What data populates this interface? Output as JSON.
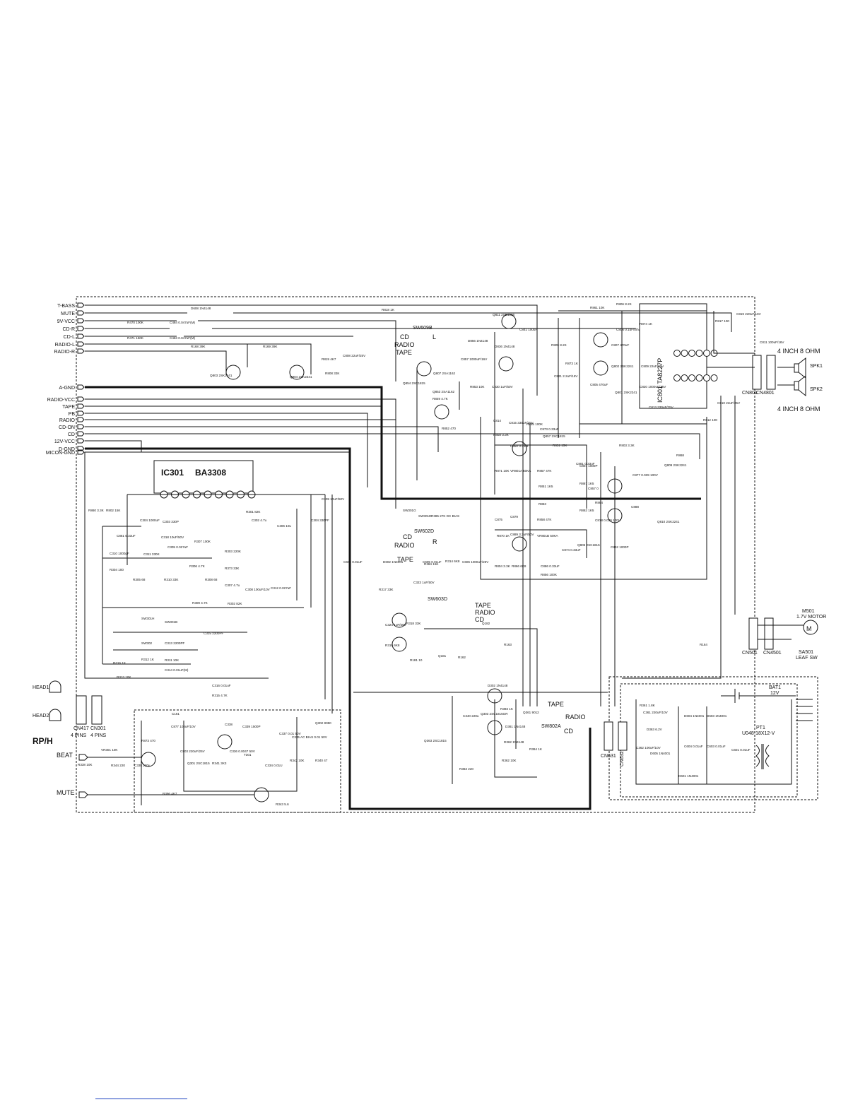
{
  "signals_left": [
    "T-BASS",
    "MUTE",
    "9V-VCC",
    "CD-R",
    "CD-L",
    "RADIO-L",
    "RADIO-R",
    "A-GND",
    "RADIO-VCC",
    "TAPE",
    "PB",
    "RADIO",
    "CD-ON",
    "CD",
    "12V-VCC",
    "D-GND",
    "MICON-GND"
  ],
  "ic": {
    "ref": "IC301",
    "part": "BA3308"
  },
  "amp_ic": {
    "ref": "IC801",
    "part": "TA8227P"
  },
  "labels": {
    "rph": "RP/H",
    "beat": "BEAT",
    "mute2": "MUTE",
    "head1": "HEAD1",
    "head2": "HEAD2",
    "cn417": "CN417",
    "pin4a": "4 PINS",
    "pin4b": "4 PINS",
    "cn301": "CN301",
    "spk_top": "4 INCH 8 OHM",
    "spk_bot": "4 INCH 8 OHM",
    "spk1": "SPK1",
    "spk2": "SPK2",
    "motor_ref": "M501",
    "motor_desc": "1.7V MOTOR",
    "motor_sym": "M",
    "leaf_ref": "SA501",
    "leaf_desc": "LEAF SW",
    "bat": "BAT1",
    "bat_v": "12V",
    "pt1": "PT1",
    "pt1_part": "U048-18X12-V",
    "cn501": "CN501",
    "cn5011": "CN4501",
    "cn631": "CN631",
    "cn632": "CN632",
    "cn801": "CN801",
    "cn802": "CN4801"
  },
  "switch_labels": {
    "sw609_cd": "CD",
    "sw609_radio": "RADIO",
    "sw609_tape": "TAPE",
    "sw609_l": "L",
    "sw609_ref": "SW609B",
    "sw602_ref": "SW602D",
    "sw602_cd": "CD",
    "sw602_radio": "RADIO",
    "sw602_tape": "TAPE",
    "sw602_r": "R",
    "sw603_ref": "SW603D",
    "sw603_tape": "TAPE",
    "sw603_radio": "RADIO",
    "sw603_cd": "CD",
    "sw802_tape": "TAPE",
    "sw802_radio": "RADIO",
    "sw802_cd": "CD",
    "sw802_ref": "SW802A"
  },
  "components": [
    "D608 1N4148",
    "R818 1K",
    "R470 100K",
    "C464 0.047uF(M)",
    "R471 150K",
    "C463 0.047uF(M)",
    "R168 39K",
    "R169 39K",
    "Q803 2SK2241",
    "Q804 2SK2241",
    "R819 4K7",
    "C808 22uF/25V",
    "R808 33K",
    "Q811 2SB1566",
    "D856 1N4148",
    "D836 1N4148",
    "C857 1000uF/16V",
    "Q807 2SA1162",
    "Q853 2SA1162",
    "R849 4.7K",
    "Q854 2SC1815",
    "R853 10K",
    "C830 1uF/50V",
    "R852 470",
    "C841 100uF",
    "R861 10K",
    "R806 8.2K",
    "C806 0.1uF/50V",
    "C807 470uF",
    "Q802 2SK2241",
    "Q801 2SK2241",
    "C805 470uF",
    "R805 8.2K",
    "R873 1K",
    "C821 2.2uF/16V",
    "R874 1K",
    "C809 22uF/25V",
    "R817 100",
    "C819 220uF/16V",
    "C811 100uF/16V",
    "C820 1000uF/25V",
    "C813 330uF/25V",
    "C810 22uF/25V",
    "R812 100",
    "C814",
    "C815 330uF/25V",
    "R855 100K",
    "R858 3.3K",
    "C860 0.33uF",
    "C873 0.33uF",
    "Q857 2SC1815",
    "R831 15K",
    "R803 3.3K",
    "C801 1000P",
    "C881 0.33uF",
    "R867 1K5",
    "C857 0",
    "C877 0.039 100V",
    "Q809 2SK2241",
    "R868",
    "R871 10K",
    "VR801A 50KA",
    "R857 47K",
    "R851 1K5",
    "R863",
    "C875",
    "C879",
    "R858 47K",
    "R862 1K5",
    "R864",
    "C878 0.039 100V",
    "C888",
    "Q810 2SK2241",
    "R870 1K",
    "C889 3.3uF/50V",
    "VR801B 50KA",
    "C874 0.33uF",
    "Q805 2SC1815",
    "C862 1000P",
    "R804 3.3K",
    "R866 6K8",
    "C886 0.33uF",
    "R856 100K",
    "R860 3.3K",
    "R802 15K",
    "C861 0.33uF",
    "C304 1000uF",
    "C318 10uF/50V",
    "C303 330P",
    "R307 100K",
    "R301 82K",
    "C302 4.7u",
    "C306 10u",
    "C304 330PF",
    "C309 10uF/50V",
    "C310 1000pF",
    "C311 330K",
    "R304 100",
    "R305 68",
    "R306 4.7K",
    "C305 0.027uF",
    "R373 33K",
    "R303 220K",
    "C307 4.7u",
    "R302 82K",
    "C308 100uF/10V",
    "C312 0.027uF",
    "R309 4.7K",
    "R310 33K",
    "R308 68",
    "SW301H",
    "SW301B",
    "SW302",
    "C313 2200PF",
    "R312 1K",
    "R311 10K",
    "C314 0.01uF(M)",
    "C315 2200PF",
    "R316 1K",
    "R313 10K",
    "C316 0.01uF",
    "R315 4.7K",
    "SW301G",
    "SW301D",
    "R385 27K DC BIAS",
    "R384 15K",
    "R314 6K8",
    "C323 1uF/50V",
    "R317 33K",
    "C324 1uF/50V",
    "R318 33K",
    "R319 6K8",
    "R181 10",
    "Q181",
    "R162",
    "Q182",
    "R163",
    "R164",
    "C161",
    "R873 470",
    "C877 100uF/10V",
    "C803 220uF/25V",
    "C338",
    "C339 1500P",
    "C336 0.0047 50V",
    "T301",
    "C337 0.01 50V",
    "C335 AC BIAS 0.01 50V",
    "Q302 8050",
    "R340 47",
    "VR301 10K",
    "R338 10K",
    "R344 220",
    "C335 220u",
    "R341 3K3",
    "C334 0.01U",
    "R342 10K",
    "Q301 2SC1815",
    "R343 5.6",
    "R396 4K7",
    "D302 1N4148",
    "C340 220u",
    "Q303 2SC1815GR",
    "R393 1K",
    "Q361 9012",
    "D361 1N4148",
    "D362 1N4148",
    "R362 10K",
    "R364 1K",
    "Q363 2SC1815",
    "R363 220",
    "R361 1.8K",
    "C361 220uF/10V",
    "C362 100uF/10V",
    "D363 6.2V",
    "D605 1N4001",
    "D604 1N4001",
    "D603 1N4001",
    "C604 0.01uF",
    "C603 0.01uF",
    "C601 0.01uF",
    "D601 1N4001",
    "C602 0.01uF",
    "D602 1N4001",
    "C605 0.01uF",
    "C606 1000uF/25V"
  ]
}
